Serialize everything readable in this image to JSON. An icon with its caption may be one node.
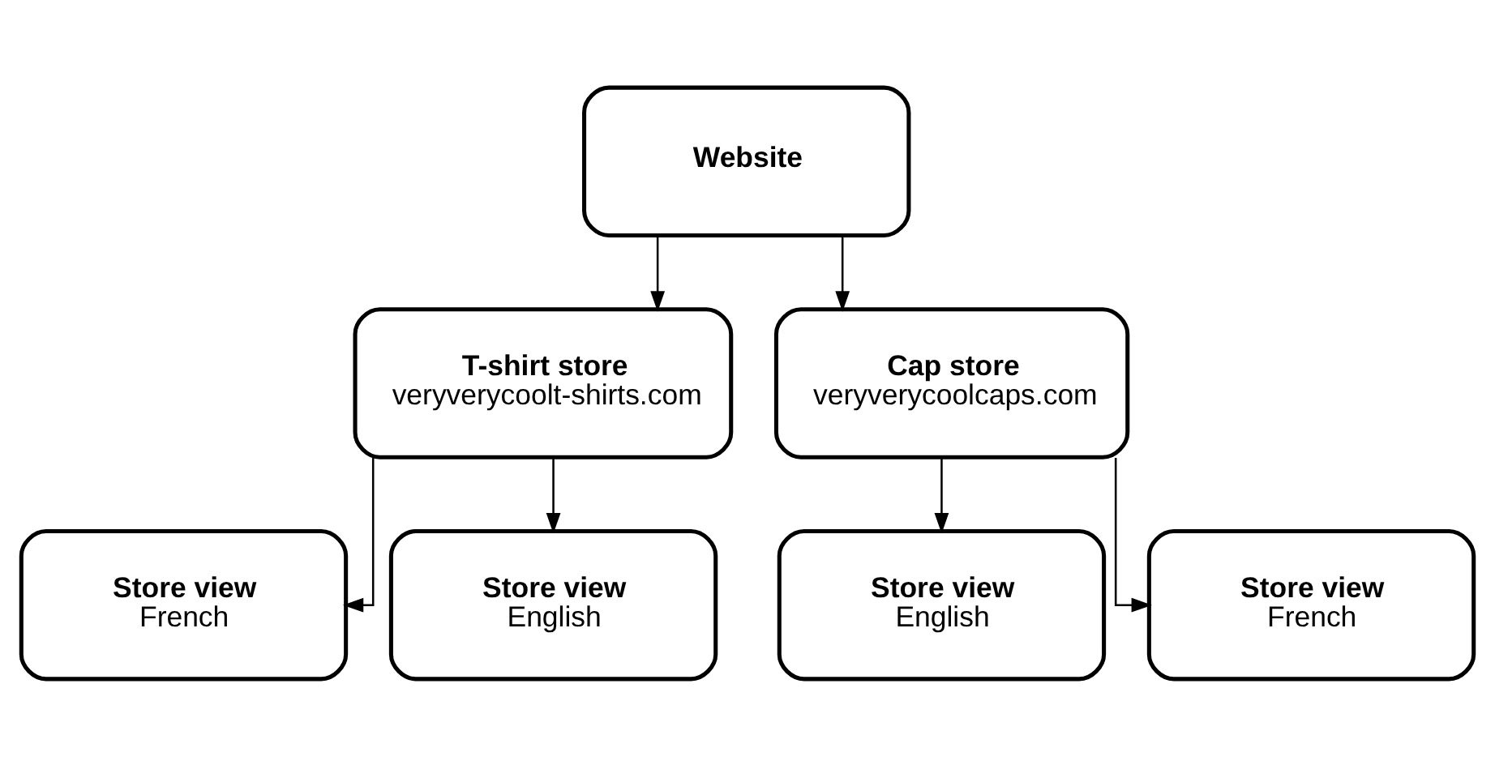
{
  "diagram": {
    "nodes": [
      {
        "text": [
          "Website"
        ]
      },
      {
        "text": [
          "T-shirt store",
          "veryverycoolt-shirts.com"
        ]
      },
      {
        "text": [
          "Cap store",
          "veryverycoolcaps.com"
        ]
      },
      {
        "text": [
          "Store view",
          "French"
        ]
      },
      {
        "text": [
          "Store view",
          "English"
        ]
      },
      {
        "text": [
          "Store view",
          "English"
        ]
      },
      {
        "text": [
          "Store view",
          "French"
        ]
      }
    ],
    "edges": [
      {
        "from": 0,
        "to": 1,
        "arrow": "to"
      },
      {
        "from": 0,
        "to": 2,
        "arrow": "to"
      },
      {
        "from": 1,
        "to": 3,
        "arrow": "to"
      },
      {
        "from": 1,
        "to": 4,
        "arrow": "to"
      },
      {
        "from": 2,
        "to": 5,
        "arrow": "to"
      },
      {
        "from": 2,
        "to": 6,
        "arrow": "to"
      }
    ]
  }
}
